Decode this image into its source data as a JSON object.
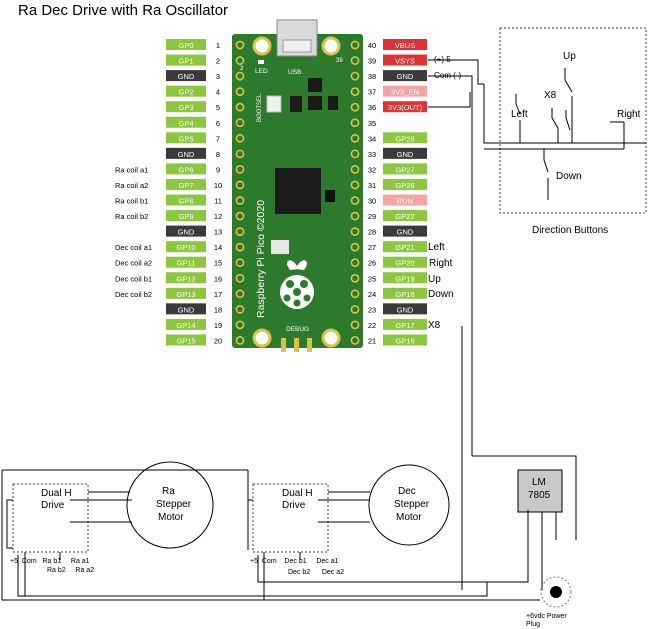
{
  "title": "Ra Dec Drive with Ra Oscillator",
  "colors": {
    "board_green": "#2d7a2d",
    "gpio_green": "#8dc63f",
    "gnd_dark": "#3a3a3a",
    "power_red": "#e03434",
    "pink": "#f4a4a4"
  },
  "pico": {
    "board_text": "Raspberry Pi Pico ©2020",
    "usb_label": "USB",
    "led_label": "LED",
    "bootsel_label": "BOOTSEL",
    "debug_label": "DEBUG",
    "pin1_marker": "1",
    "pin2_marker": "2",
    "pin39_marker": "39",
    "left_pins": [
      {
        "num": "1",
        "label": "GP0",
        "type": "gpio"
      },
      {
        "num": "2",
        "label": "GP1",
        "type": "gpio"
      },
      {
        "num": "3",
        "label": "GND",
        "type": "gnd"
      },
      {
        "num": "4",
        "label": "GP2",
        "type": "gpio"
      },
      {
        "num": "5",
        "label": "GP3",
        "type": "gpio"
      },
      {
        "num": "6",
        "label": "GP4",
        "type": "gpio"
      },
      {
        "num": "7",
        "label": "GP5",
        "type": "gpio"
      },
      {
        "num": "8",
        "label": "GND",
        "type": "gnd"
      },
      {
        "num": "9",
        "label": "GP6",
        "type": "gpio"
      },
      {
        "num": "10",
        "label": "GP7",
        "type": "gpio"
      },
      {
        "num": "11",
        "label": "GP8",
        "type": "gpio"
      },
      {
        "num": "12",
        "label": "GP9",
        "type": "gpio"
      },
      {
        "num": "13",
        "label": "GND",
        "type": "gnd"
      },
      {
        "num": "14",
        "label": "GP10",
        "type": "gpio"
      },
      {
        "num": "15",
        "label": "GP11",
        "type": "gpio"
      },
      {
        "num": "16",
        "label": "GP12",
        "type": "gpio"
      },
      {
        "num": "17",
        "label": "GP13",
        "type": "gpio"
      },
      {
        "num": "18",
        "label": "GND",
        "type": "gnd"
      },
      {
        "num": "19",
        "label": "GP14",
        "type": "gpio"
      },
      {
        "num": "20",
        "label": "GP15",
        "type": "gpio"
      }
    ],
    "right_pins": [
      {
        "num": "40",
        "label": "VBUS",
        "type": "power"
      },
      {
        "num": "39",
        "label": "VSYS",
        "type": "power"
      },
      {
        "num": "38",
        "label": "GND",
        "type": "gnd"
      },
      {
        "num": "37",
        "label": "3V3_EN",
        "type": "pink"
      },
      {
        "num": "36",
        "label": "3V3(OUT)",
        "type": "power"
      },
      {
        "num": "35",
        "label": "",
        "type": "none"
      },
      {
        "num": "34",
        "label": "GP28",
        "type": "gpio"
      },
      {
        "num": "33",
        "label": "GND",
        "type": "gnd"
      },
      {
        "num": "32",
        "label": "GP27",
        "type": "gpio"
      },
      {
        "num": "31",
        "label": "GP26",
        "type": "gpio"
      },
      {
        "num": "30",
        "label": "RUN",
        "type": "pink"
      },
      {
        "num": "29",
        "label": "GP22",
        "type": "gpio"
      },
      {
        "num": "28",
        "label": "GND",
        "type": "gnd"
      },
      {
        "num": "27",
        "label": "GP21",
        "type": "gpio"
      },
      {
        "num": "26",
        "label": "GP20",
        "type": "gpio"
      },
      {
        "num": "25",
        "label": "GP19",
        "type": "gpio"
      },
      {
        "num": "24",
        "label": "GP18",
        "type": "gpio"
      },
      {
        "num": "23",
        "label": "GND",
        "type": "gnd"
      },
      {
        "num": "22",
        "label": "GP17",
        "type": "gpio"
      },
      {
        "num": "21",
        "label": "GP16",
        "type": "gpio"
      }
    ]
  },
  "left_annotations": [
    "Ra coil a1",
    "Ra coil a2",
    "Ra coil b1",
    "Ra coil b2",
    "Dec coil a1",
    "Dec coil a2",
    "Dec coil b1",
    "Dec coil b2"
  ],
  "right_annotations": {
    "plus5": "(+) 5",
    "com": "Com (-)",
    "left": "Left",
    "right": "Right",
    "up": "Up",
    "down": "Down",
    "x8": "X8"
  },
  "direction_box": {
    "up": "Up",
    "x8": "X8",
    "left": "Left",
    "right": "Right",
    "down": "Down",
    "caption": "Direction Buttons"
  },
  "ra_driver": {
    "label_line1": "Dual H",
    "label_line2": "Drive",
    "pins_row1": "+5  Com   Ra b1     Ra a1",
    "pins_row2": "Ra b2     Ra a2"
  },
  "ra_motor": {
    "line1": "Ra",
    "line2": "Stepper",
    "line3": "Motor"
  },
  "dec_driver": {
    "label_line1": "Dual H",
    "label_line2": "Drive",
    "pins_row1": "+5  Com    Dec b1     Dec a1",
    "pins_row2": "Dec b2      Dec a2"
  },
  "dec_motor": {
    "line1": "Dec",
    "line2": "Stepper",
    "line3": "Motor"
  },
  "regulator": {
    "line1": "LM",
    "line2": "7805"
  },
  "power_plug": {
    "line1": "+6vdc Power",
    "line2": "Plug"
  }
}
